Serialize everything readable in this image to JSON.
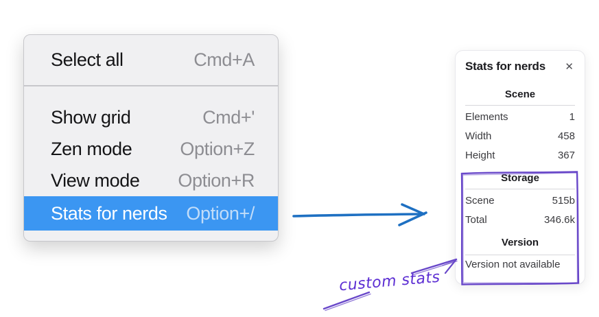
{
  "colors": {
    "menu_highlight": "#3b96f2",
    "menu_background": "#f0f0f2",
    "arrow_blue": "#1e70c2",
    "annotation_violet": "#6847c9",
    "annotation_text_violet": "#5c2ed3"
  },
  "menu": {
    "items": [
      {
        "label": "Select all",
        "shortcut": "Cmd+A",
        "selected": false
      },
      {
        "label": "Show grid",
        "shortcut": "Cmd+'",
        "selected": false
      },
      {
        "label": "Zen mode",
        "shortcut": "Option+Z",
        "selected": false
      },
      {
        "label": "View mode",
        "shortcut": "Option+R",
        "selected": false
      },
      {
        "label": "Stats for nerds",
        "shortcut": "Option+/",
        "selected": true
      }
    ]
  },
  "stats_panel": {
    "title": "Stats for nerds",
    "close_glyph": "✕",
    "sections": [
      {
        "header": "Scene",
        "rows": [
          {
            "label": "Elements",
            "value": "1"
          },
          {
            "label": "Width",
            "value": "458"
          },
          {
            "label": "Height",
            "value": "367"
          }
        ]
      },
      {
        "header": "Storage",
        "rows": [
          {
            "label": "Scene",
            "value": "515b"
          },
          {
            "label": "Total",
            "value": "346.6k"
          }
        ]
      },
      {
        "header": "Version",
        "rows": [],
        "note": "Version not available"
      }
    ]
  },
  "annotation": {
    "label": "custom stats"
  }
}
